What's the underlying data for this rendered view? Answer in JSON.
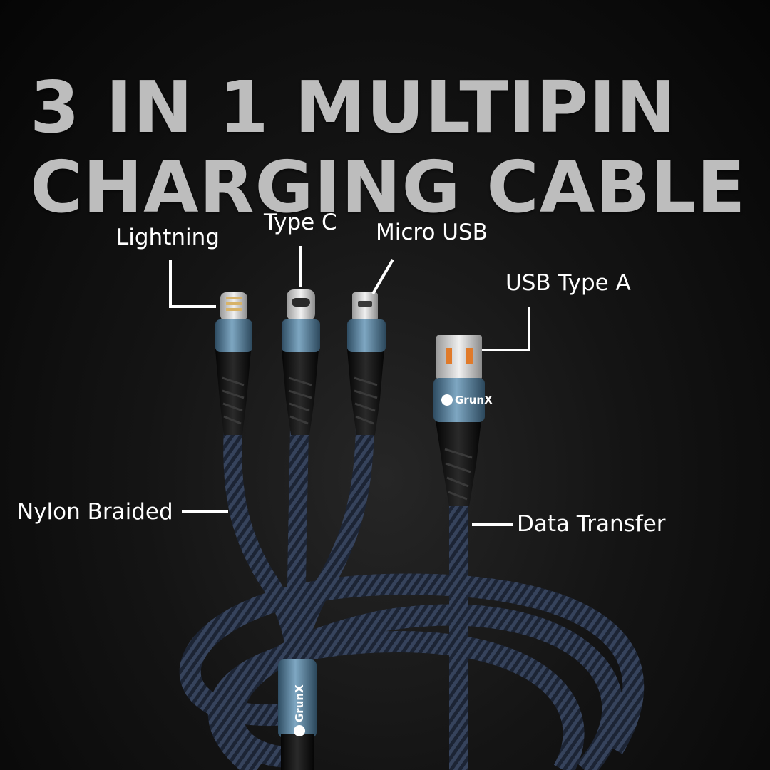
{
  "title": {
    "line1": "3 IN 1 MULTIPIN",
    "line2": "CHARGING CABLE"
  },
  "labels": {
    "lightning": "Lightning",
    "type_c": "Type C",
    "micro_usb": "Micro USB",
    "usb_type_a": "USB Type A",
    "nylon_braided": "Nylon Braided",
    "data_transfer": "Data Transfer"
  },
  "brand": {
    "usb_a_logo": "GrunX",
    "splitter_logo": "GrunX"
  },
  "colors": {
    "background": "#0a0a0a",
    "title_text": "#bdbdbd",
    "label_text": "#ffffff",
    "connector_metal": "#5f8aa6",
    "braid": "#2a3448"
  }
}
